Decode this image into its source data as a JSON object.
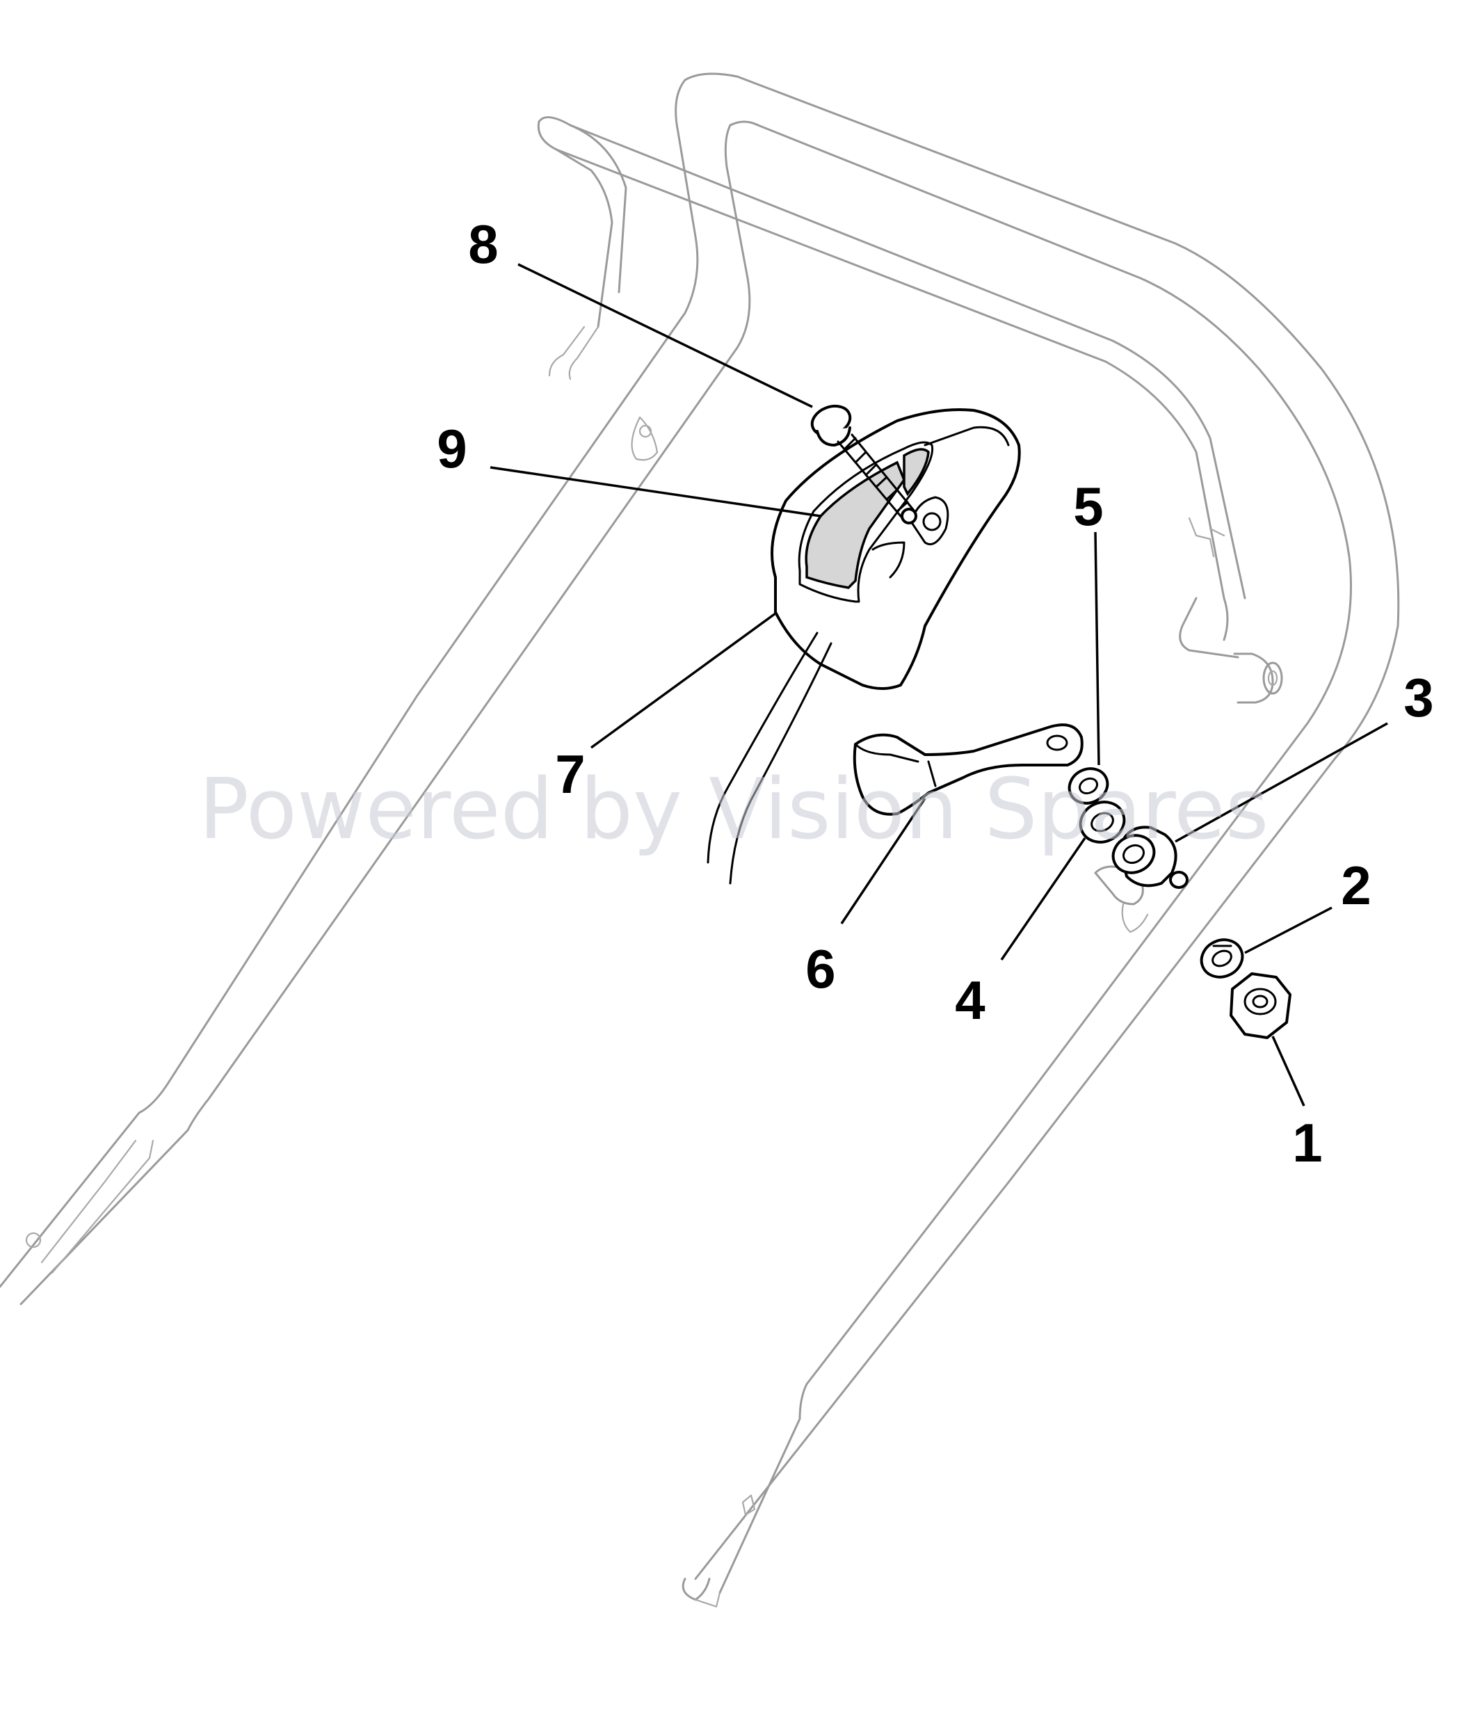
{
  "watermark": "Powered by Vision Spares",
  "callouts": [
    {
      "id": "1",
      "label": "1",
      "part": "nut"
    },
    {
      "id": "2",
      "label": "2",
      "part": "washer"
    },
    {
      "id": "3",
      "label": "3",
      "part": "bushing"
    },
    {
      "id": "4",
      "label": "4",
      "part": "wave-washer"
    },
    {
      "id": "5",
      "label": "5",
      "part": "flat-washer"
    },
    {
      "id": "6",
      "label": "6",
      "part": "lever"
    },
    {
      "id": "7",
      "label": "7",
      "part": "cable-housing"
    },
    {
      "id": "8",
      "label": "8",
      "part": "screw"
    },
    {
      "id": "9",
      "label": "9",
      "part": "decal"
    }
  ],
  "colors": {
    "outline": "#000000",
    "ghost_frame": "#9a9a9a",
    "decal_fill": "#d6d6d6",
    "watermark": "#c9cbd6"
  }
}
